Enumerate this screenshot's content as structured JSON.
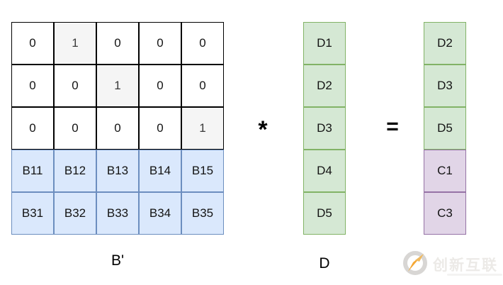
{
  "matrix_b": {
    "label": "B'",
    "rows": [
      [
        "0",
        "1",
        "0",
        "0",
        "0"
      ],
      [
        "0",
        "0",
        "1",
        "0",
        "0"
      ],
      [
        "0",
        "0",
        "0",
        "0",
        "1"
      ],
      [
        "B11",
        "B12",
        "B13",
        "B14",
        "B15"
      ],
      [
        "B31",
        "B32",
        "B33",
        "B34",
        "B35"
      ]
    ],
    "highlighted_ones": [
      [
        0,
        1
      ],
      [
        1,
        2
      ],
      [
        2,
        4
      ]
    ]
  },
  "operators": {
    "multiply": "*",
    "equals": "="
  },
  "vector_d": {
    "label": "D",
    "cells": [
      "D1",
      "D2",
      "D3",
      "D4",
      "D5"
    ]
  },
  "result_vector": {
    "cells": [
      "D2",
      "D3",
      "D5",
      "C1",
      "C3"
    ]
  },
  "watermark": {
    "brand": "创新互联"
  },
  "colors": {
    "grid_border": "#000000",
    "highlight_fill": "#f5f5f5",
    "blue_fill": "#dae8fc",
    "blue_border": "#6c8ebf",
    "green_fill": "#d5e8d4",
    "green_border": "#82b366",
    "purple_fill": "#e1d5e7",
    "purple_border": "#9673a6",
    "watermark_text": "#eceae7",
    "watermark_orange": "#f5a733",
    "watermark_gray": "#d8d6d4"
  }
}
